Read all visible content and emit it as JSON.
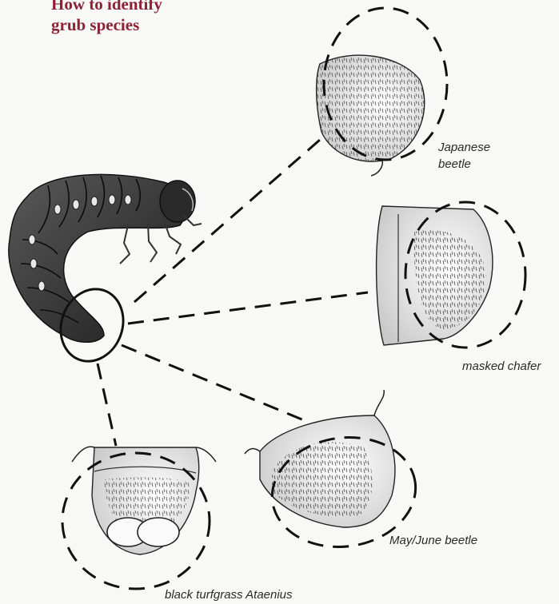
{
  "title": {
    "line1": "How to identify",
    "line2": "grub species"
  },
  "labels": {
    "japanese_beetle": [
      "Japanese",
      "beetle"
    ],
    "masked_chafer": "masked chafer",
    "may_june_beetle": "May/June beetle",
    "black_turfgrass": "black turfgrass Ataenius"
  },
  "colors": {
    "title": "#8b2236",
    "ink": "#1a1a1a",
    "background": "#f8f8f6"
  }
}
